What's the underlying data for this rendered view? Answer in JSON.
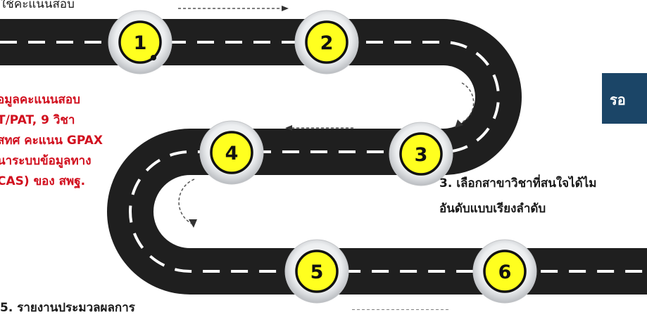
{
  "top_label": "ใช้คะแนนสอบ",
  "left_text": [
    "้อมูลคะแนนสอบ",
    "T/PAT, 9 วิชา",
    "สทศ คะแนน GPAX",
    "นาระบบข้อมูลทาง",
    "CAS) ของ สพฐ."
  ],
  "right_note": [
    "3. เลือกสาขาวิชาที่สนใจได้ไม",
    "อันดับแบบเรียงลำดับ"
  ],
  "side_box_text": "รอ",
  "bottom_label": "5. รายงานประมวลผลการ",
  "steps": [
    {
      "number": "1"
    },
    {
      "number": "2"
    },
    {
      "number": "3"
    },
    {
      "number": "4"
    },
    {
      "number": "5"
    },
    {
      "number": "6"
    }
  ],
  "colors": {
    "road": "#1f1f1f",
    "road_edge": "#3a3a3a",
    "dash": "#ffffff",
    "circle_fill": "#ffff1f",
    "circle_ring": "#d9dadc",
    "accent_red": "#d10f1e",
    "side_box": "#1b4567"
  }
}
